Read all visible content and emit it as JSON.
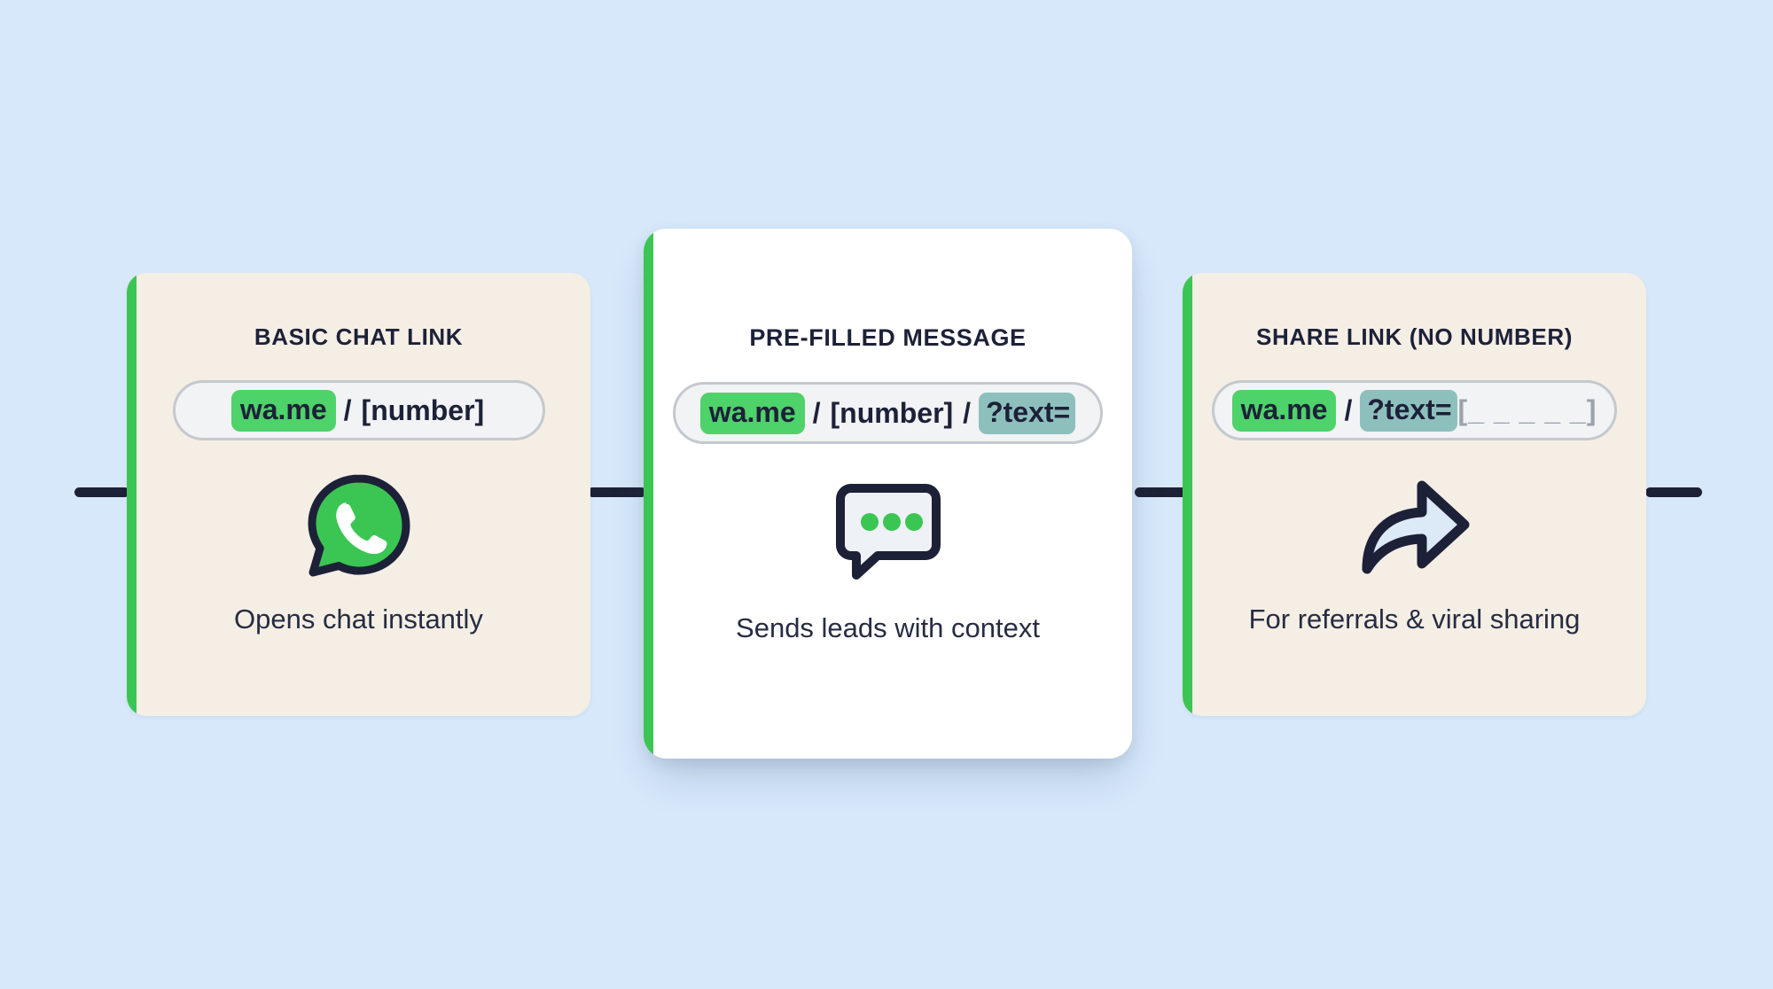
{
  "theme": {
    "background": "#d6e8fa",
    "card_side_bg": "#f4eee5",
    "card_center_bg": "#ffffff",
    "accent_green": "#3bc653",
    "token_green": "#4ed26a",
    "token_teal": "#8dbfbd",
    "ink": "#1d2138",
    "rail": "#1d2138"
  },
  "cards": [
    {
      "title": "BASIC CHAT LINK",
      "url_tokens": [
        {
          "text": "wa.me",
          "style": "green"
        },
        {
          "text": "/",
          "style": "slash"
        },
        {
          "text": "[number]",
          "style": "plain"
        }
      ],
      "icon": "whatsapp-icon",
      "caption": "Opens chat instantly"
    },
    {
      "title": "PRE-FILLED MESSAGE",
      "url_tokens": [
        {
          "text": "wa.me",
          "style": "green"
        },
        {
          "text": "/",
          "style": "slash"
        },
        {
          "text": "[number]",
          "style": "plain"
        },
        {
          "text": "/",
          "style": "slash"
        },
        {
          "text": "?text=",
          "style": "teal"
        }
      ],
      "icon": "chat-bubble-icon",
      "caption": "Sends leads with context"
    },
    {
      "title": "SHARE LINK (NO NUMBER)",
      "url_tokens": [
        {
          "text": "wa.me",
          "style": "green"
        },
        {
          "text": "/",
          "style": "slash"
        },
        {
          "text": "?text=",
          "style": "teal"
        },
        {
          "text": "[_ _ _ _ _]",
          "style": "blank"
        }
      ],
      "icon": "share-arrow-icon",
      "caption": "For referrals & viral sharing"
    }
  ],
  "connectors": [
    {
      "name": "rail-left"
    },
    {
      "name": "rail-mid1"
    },
    {
      "name": "rail-mid2"
    },
    {
      "name": "rail-right"
    }
  ]
}
